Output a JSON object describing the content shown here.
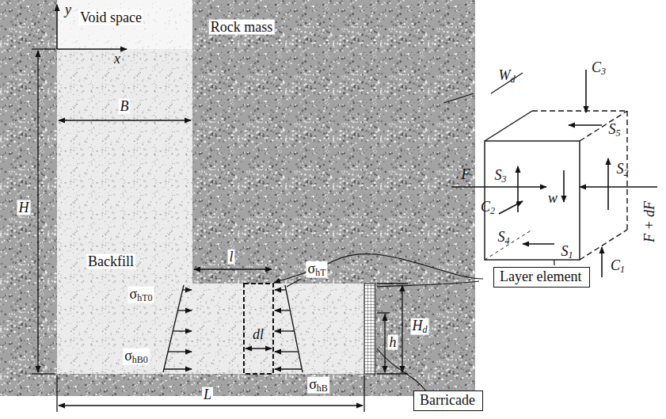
{
  "diagram": {
    "nodes": [
      {
        "text": [
          "Layer element"
        ]
      },
      {
        "text": [
          "Barricade"
        ]
      }
    ],
    "labels": [
      "y",
      "x",
      "Void space",
      "Rock mass",
      "B",
      "H",
      "Backfill",
      "l",
      "σhT0",
      "σhB0",
      "σhT",
      "dl",
      "Hd",
      "h",
      "σhB",
      "L",
      "Wd",
      "C3",
      "S5",
      "S2",
      "F",
      "S3",
      "C2",
      "w",
      "S4",
      "S1",
      "C1",
      "F + dF"
    ]
  }
}
